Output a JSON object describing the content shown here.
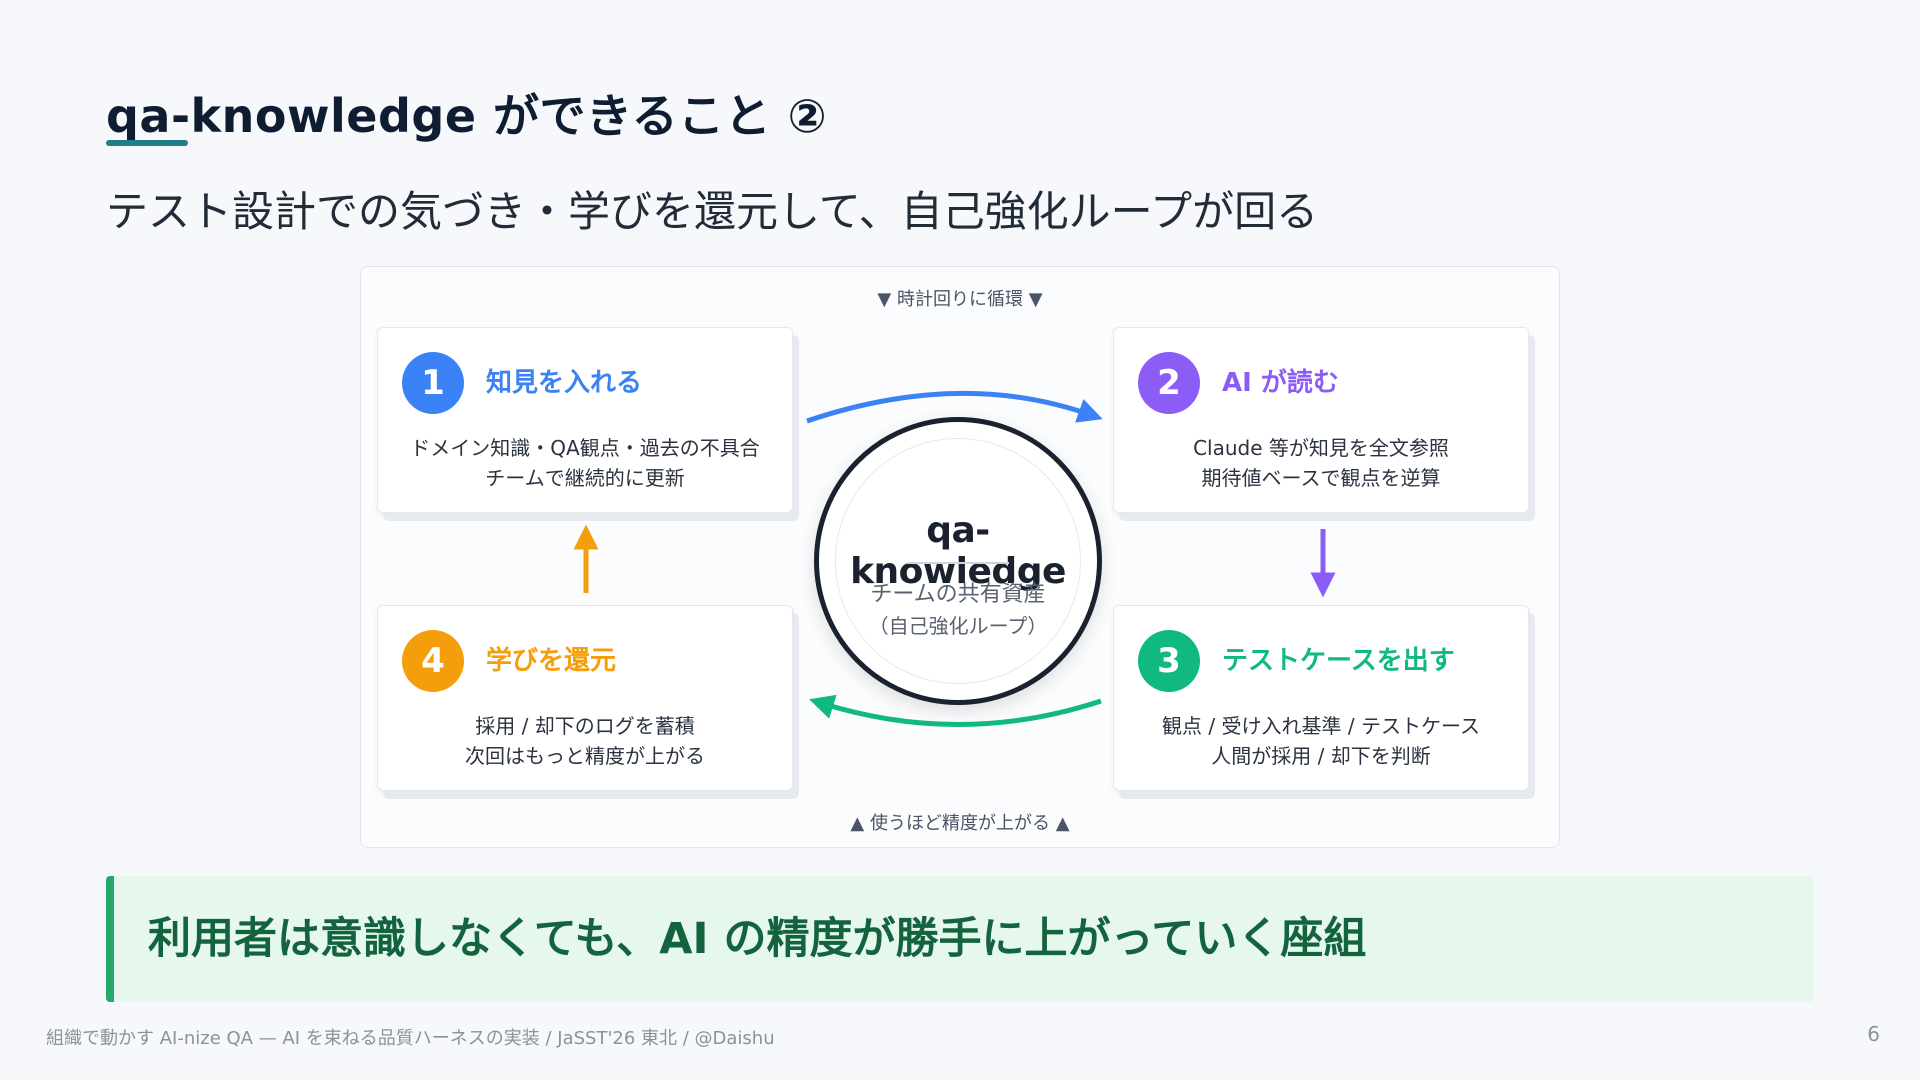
{
  "slide": {
    "title": "qa-knowledge ができること ②",
    "subtitle": "テスト設計での気づき・学びを還元して、自己強化ループが回る"
  },
  "diagram": {
    "top_label": "▼ 時計回りに循環 ▼",
    "bottom_label": "▲ 使うほど精度が上がる ▲",
    "center": {
      "name": "qa-knowledge",
      "sub1": "チームの共有資産",
      "sub2": "（自己強化ループ）"
    },
    "steps": [
      {
        "num": "1",
        "title": "知見を入れる",
        "line1": "ドメイン知識・QA観点・過去の不具合",
        "line2": "チームで継続的に更新",
        "color": "#3b82f6"
      },
      {
        "num": "2",
        "title": "AI が読む",
        "line1": "Claude 等が知見を全文参照",
        "line2": "期待値ベースで観点を逆算",
        "color": "#8b5cf6"
      },
      {
        "num": "3",
        "title": "テストケースを出す",
        "line1": "観点 / 受け入れ基準 / テストケース",
        "line2": "人間が採用 / 却下を判断",
        "color": "#10b981"
      },
      {
        "num": "4",
        "title": "学びを還元",
        "line1": "採用 / 却下のログを蓄積",
        "line2": "次回はもっと精度が上がる",
        "color": "#f59e0b"
      }
    ]
  },
  "callout": {
    "text": "利用者は意識しなくても、AI の精度が勝手に上がっていく座組"
  },
  "footer": {
    "text": "組織で動かす AI-nize QA — AI を束ねる品質ハーネスの実装 / JaSST'26 東北 / @Daishu",
    "page": "6"
  },
  "colors": {
    "accent": "#1f7f86",
    "callout_bg": "#e6f7ee",
    "callout_border": "#27a86b"
  }
}
